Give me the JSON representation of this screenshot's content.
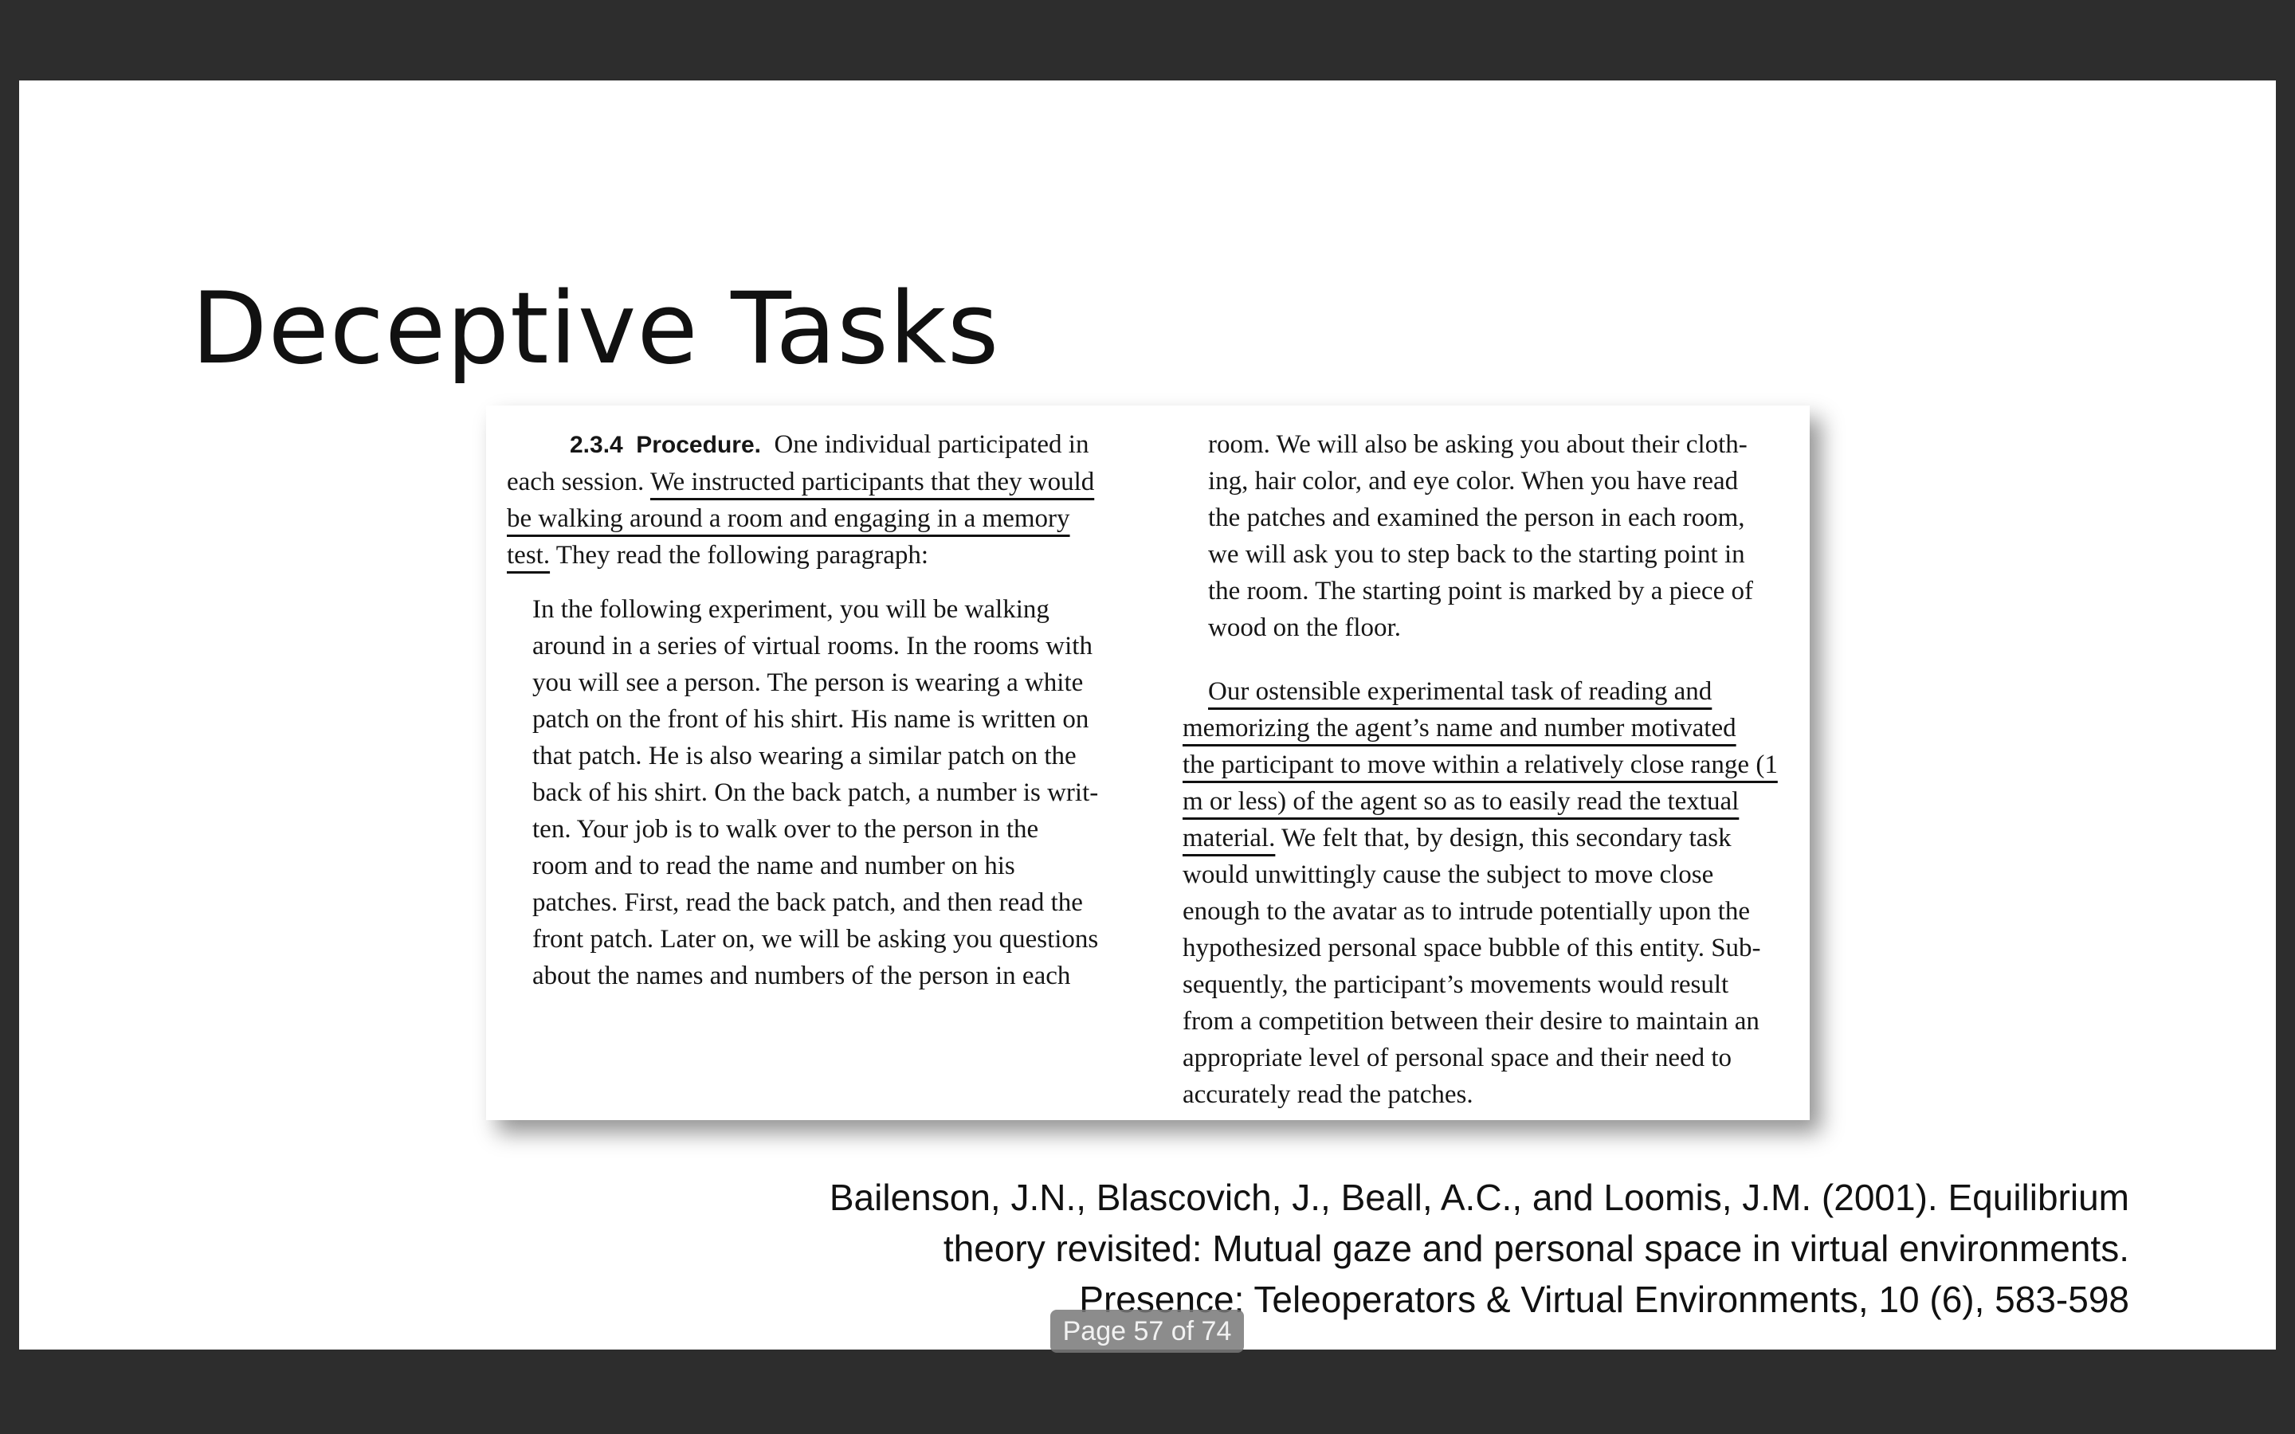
{
  "slide": {
    "title": "Deceptive Tasks"
  },
  "excerpt": {
    "left_column": {
      "heading_number": "2.3.4",
      "heading_word": "Procedure.",
      "intro_lines": [
        "One individual participated in",
        "each session.",
        "We instructed participants that they would",
        "be walking around a room and engaging in a memory",
        "test.",
        "They read the following paragraph:"
      ],
      "quote_lines": [
        "In the following experiment, you will be walking",
        "around in a series of virtual rooms. In the rooms with",
        "you will see a person. The person is wearing a white",
        "patch on the front of his shirt. His name is written on",
        "that patch. He is also wearing a similar patch on the",
        "back of his shirt. On the back patch, a number is writ-",
        "ten. Your job is to walk over to the person in the",
        "room and to read the name and number on his",
        "patches. First, read the back patch, and then read the",
        "front patch. Later on, we will be asking you questions",
        "about the names and numbers of the person in each"
      ]
    },
    "right_column": {
      "quote_cont_lines": [
        "room. We will also be asking you about their cloth-",
        "ing, hair color, and eye color. When you have read",
        "the patches and examined the person in each room,",
        "we will ask you to step back to the starting point in",
        "the room. The starting point is marked by a piece of",
        "wood on the floor."
      ],
      "body_lines": [
        "Our ostensible experimental task of reading and",
        "memorizing the agent’s name and number motivated",
        "the participant to move within a relatively close range (1",
        "m or less) of the agent so as to easily read the textual",
        "material.",
        "We felt that, by design, this secondary task",
        "would unwittingly cause the subject to move close",
        "enough to the avatar as to intrude potentially upon the",
        "hypothesized personal space bubble of this entity. Sub-",
        "sequently, the participant’s movements would result",
        "from a competition between their desire to maintain an",
        "appropriate level of personal space and their need to",
        "accurately read the patches."
      ]
    }
  },
  "citation": {
    "line1": "Bailenson, J.N., Blascovich, J., Beall, A.C., and Loomis, J.M. (2001). Equilibrium",
    "line2": "theory revisited: Mutual gaze and personal space in virtual environments.",
    "line3": "Presence: Teleoperators & Virtual Environments, 10 (6), 583-598"
  },
  "viewer": {
    "page_indicator": "Page 57 of 74"
  },
  "colors": {
    "background": "#2d2d2d",
    "slide": "#ffffff",
    "text": "#111111",
    "page_indicator_bg": "#787878"
  }
}
